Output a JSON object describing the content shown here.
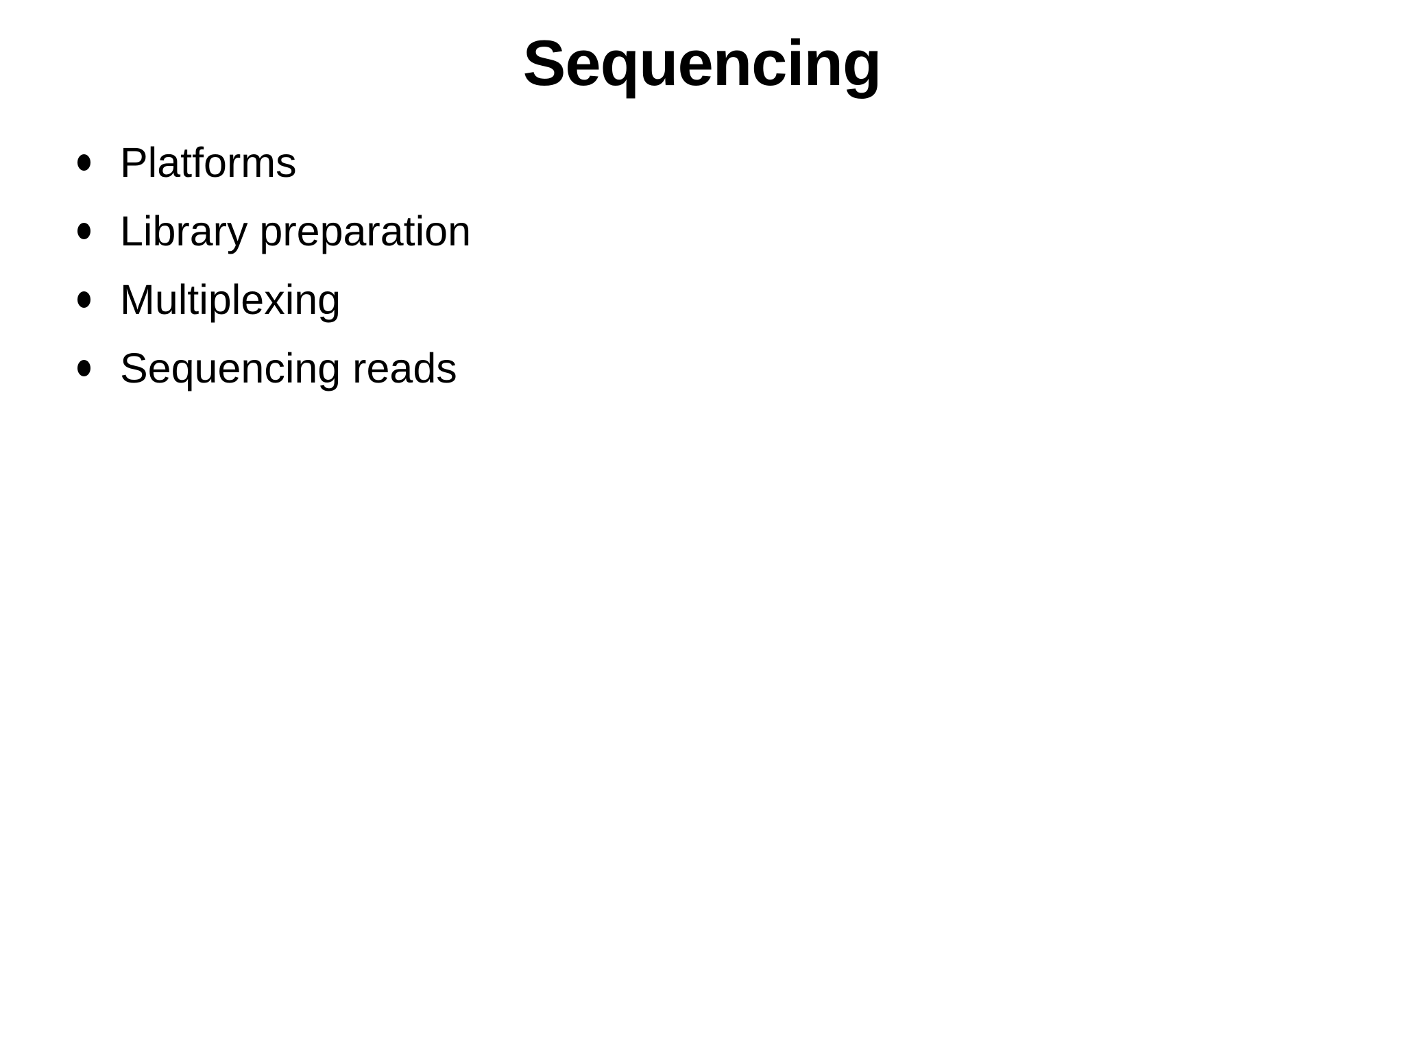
{
  "slide": {
    "title": "Sequencing",
    "bullets": [
      "Platforms",
      "Library preparation",
      "Multiplexing",
      "Sequencing reads"
    ],
    "colors": {
      "background": "#ffffff",
      "text": "#000000"
    }
  }
}
